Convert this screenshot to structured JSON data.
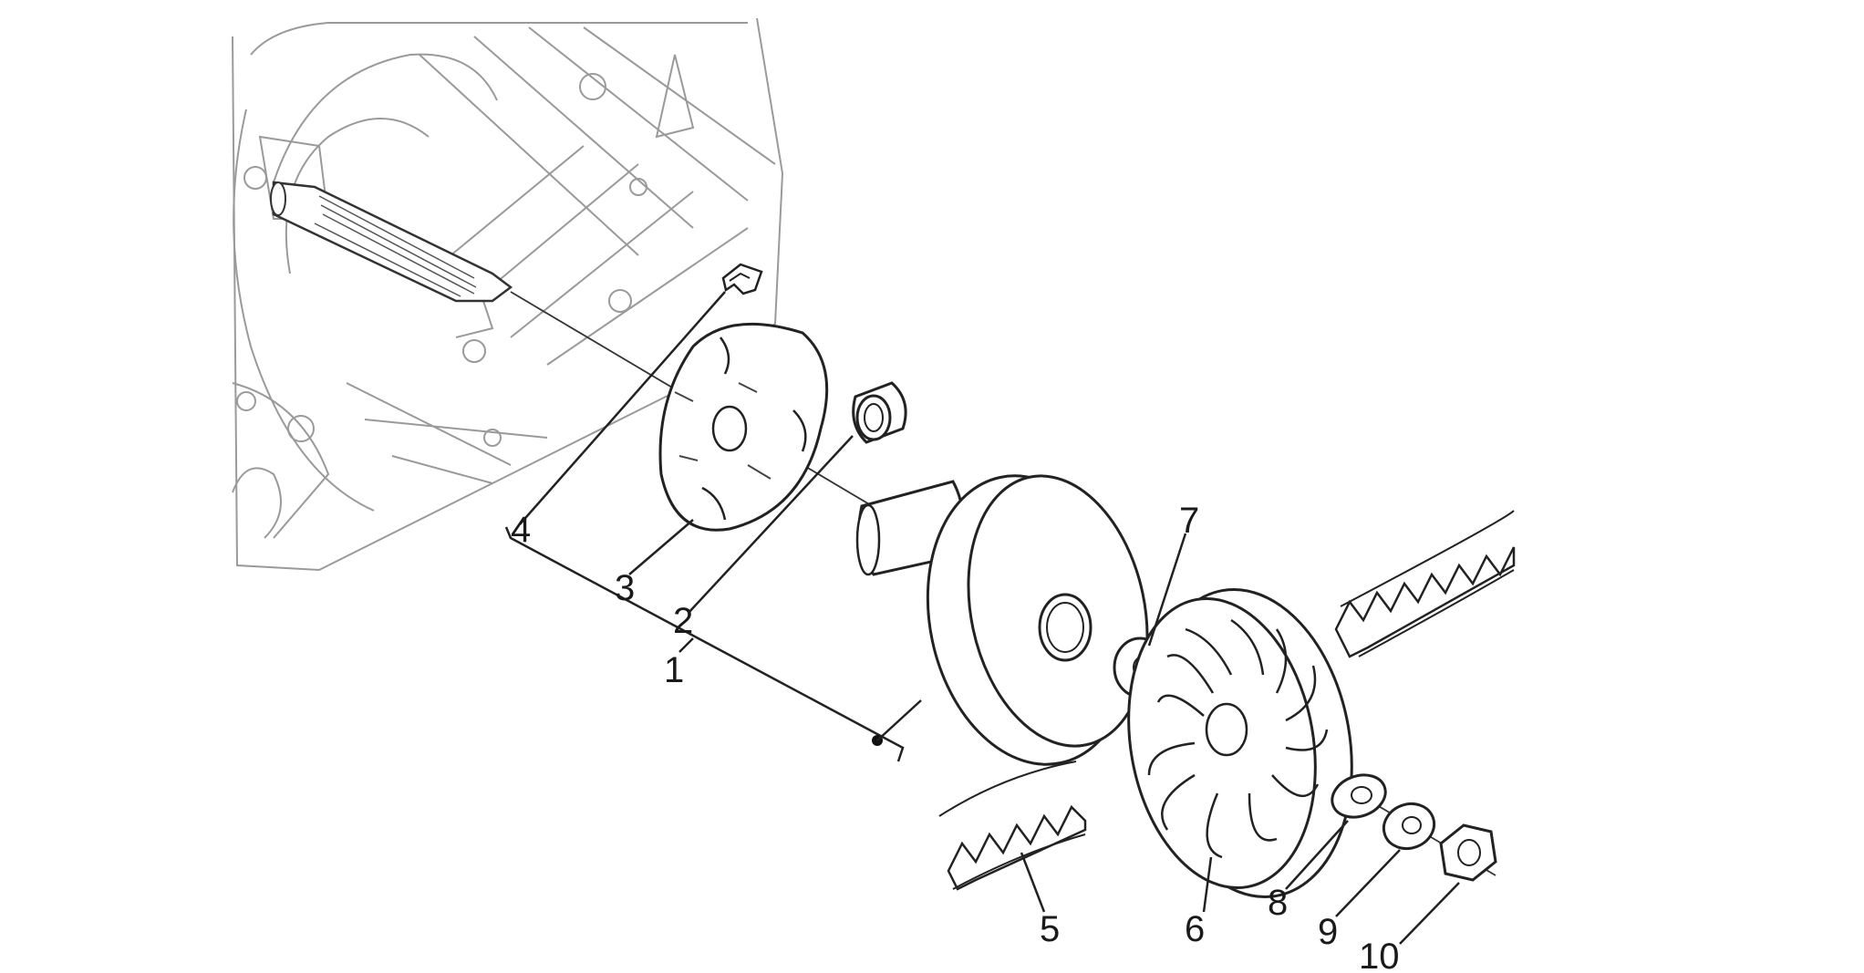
{
  "diagram": {
    "callouts": [
      {
        "id": "1",
        "label": "1"
      },
      {
        "id": "2",
        "label": "2"
      },
      {
        "id": "3",
        "label": "3"
      },
      {
        "id": "4",
        "label": "4"
      },
      {
        "id": "5",
        "label": "5"
      },
      {
        "id": "6",
        "label": "6"
      },
      {
        "id": "7",
        "label": "7"
      },
      {
        "id": "8",
        "label": "8"
      },
      {
        "id": "9",
        "label": "9"
      },
      {
        "id": "10",
        "label": "10"
      }
    ],
    "colors": {
      "ink": "#222222",
      "housing": "#9a9a9a",
      "background": "#ffffff"
    }
  }
}
